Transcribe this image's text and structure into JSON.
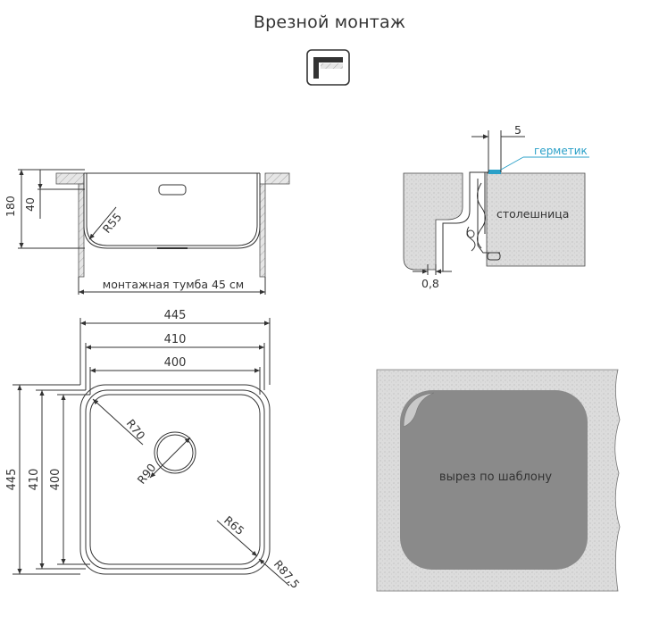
{
  "title": "Врезной монтаж",
  "mount_icon": "undermount-corner-icon",
  "side_view": {
    "dim_height_total": "180",
    "dim_height_rim": "40",
    "dim_radius": "R55",
    "cabinet_label": "монтажная тумба 45 см"
  },
  "detail_view": {
    "dim_gap": "5",
    "sealant_label": "герметик",
    "countertop_label": "столешница",
    "dim_thickness": "0,8"
  },
  "top_view": {
    "dim_width_outer": "445",
    "dim_width_mid": "410",
    "dim_width_inner": "400",
    "dim_height_outer": "445",
    "dim_height_mid": "410",
    "dim_height_inner": "400",
    "dim_r70": "R70",
    "dim_r90": "R90",
    "dim_r65": "R65",
    "dim_r87": "R87,5"
  },
  "template_view": {
    "cutout_label": "вырез по шаблону"
  },
  "colors": {
    "line": "#333333",
    "sealant": "#2aa0c8",
    "hatch_bg": "#e6e6e6",
    "cutout_fill": "#8a8a8a"
  }
}
